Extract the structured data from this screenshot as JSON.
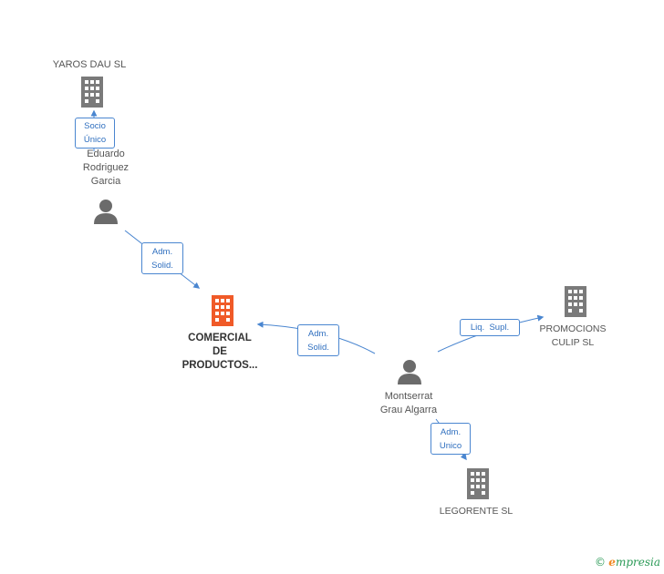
{
  "nodes": {
    "yaros": {
      "label": "YAROS DAU SL",
      "icon": "building-icon",
      "color": "#7a7a7a"
    },
    "eduardo": {
      "label": [
        "Eduardo",
        "Rodriguez",
        "Garcia"
      ],
      "icon": "person-icon",
      "color": "#6b6b6b"
    },
    "comercial": {
      "label": [
        "COMERCIAL",
        "DE",
        "PRODUCTOS..."
      ],
      "icon": "building-icon",
      "color": "#f05a28"
    },
    "montserrat": {
      "label": [
        "Montserrat",
        "Grau Algarra"
      ],
      "icon": "person-icon",
      "color": "#6b6b6b"
    },
    "promocions": {
      "label": [
        "PROMOCIONS",
        "CULIP SL"
      ],
      "icon": "building-icon",
      "color": "#7a7a7a"
    },
    "legorente": {
      "label": "LEGORENTE SL",
      "icon": "building-icon",
      "color": "#7a7a7a"
    }
  },
  "relations": {
    "socio": [
      "Socio",
      "Único"
    ],
    "adm_solid_1": [
      "Adm.",
      "Solid."
    ],
    "adm_solid_2": [
      "Adm.",
      "Solid."
    ],
    "liq_supl": "Liq.  Supl.",
    "adm_unico": [
      "Adm.",
      "Unico"
    ]
  },
  "edge_color": "#4a86d0",
  "footer": {
    "copyright": "©",
    "brand_e": "e",
    "brand_rest": "mpresia"
  }
}
